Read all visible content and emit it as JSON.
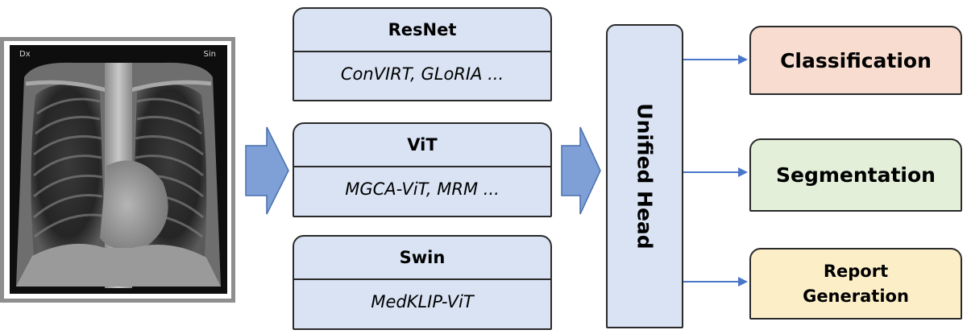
{
  "xray": {
    "left_tag": "Dx",
    "right_tag": "Sin"
  },
  "encoders": [
    {
      "name": "ResNet",
      "models": "ConVIRT, GLoRIA ..."
    },
    {
      "name": "ViT",
      "models": "MGCA-ViT, MRM ..."
    },
    {
      "name": "Swin",
      "models": "MedKLIP-ViT"
    }
  ],
  "head": {
    "label": "Unified Head"
  },
  "tasks": {
    "classification": "Classification",
    "segmentation": "Segmentation",
    "report_line1": "Report",
    "report_line2": "Generation"
  },
  "colors": {
    "encoder_fill": "#d9e3f3",
    "arrow_fill": "#7fa0d6",
    "connector": "#4a76c8",
    "classification_fill": "#f7dccf",
    "segmentation_fill": "#e3efd9",
    "report_fill": "#fcefc8"
  }
}
